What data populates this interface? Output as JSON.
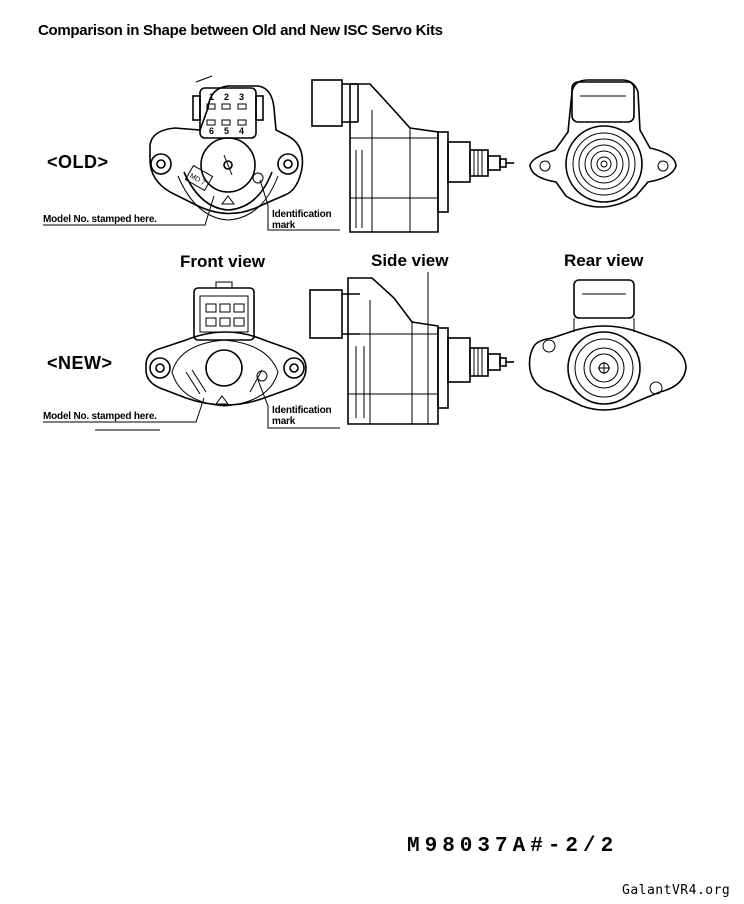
{
  "title": "Comparison in Shape between Old and New ISC Servo Kits",
  "variants": {
    "old": "<OLD>",
    "new": "<NEW>"
  },
  "views": {
    "front": "Front view",
    "side": "Side view",
    "rear": "Rear view"
  },
  "callouts": {
    "model_no": "Model No. stamped here.",
    "identification_line1": "Identification",
    "identification_line2": "mark"
  },
  "connector_pins": {
    "top_row": [
      "1",
      "2",
      "3"
    ],
    "bottom_row": [
      "6",
      "5",
      "4"
    ]
  },
  "document_number": "M98037A#-2/2",
  "footer": "GalantVR4.org"
}
